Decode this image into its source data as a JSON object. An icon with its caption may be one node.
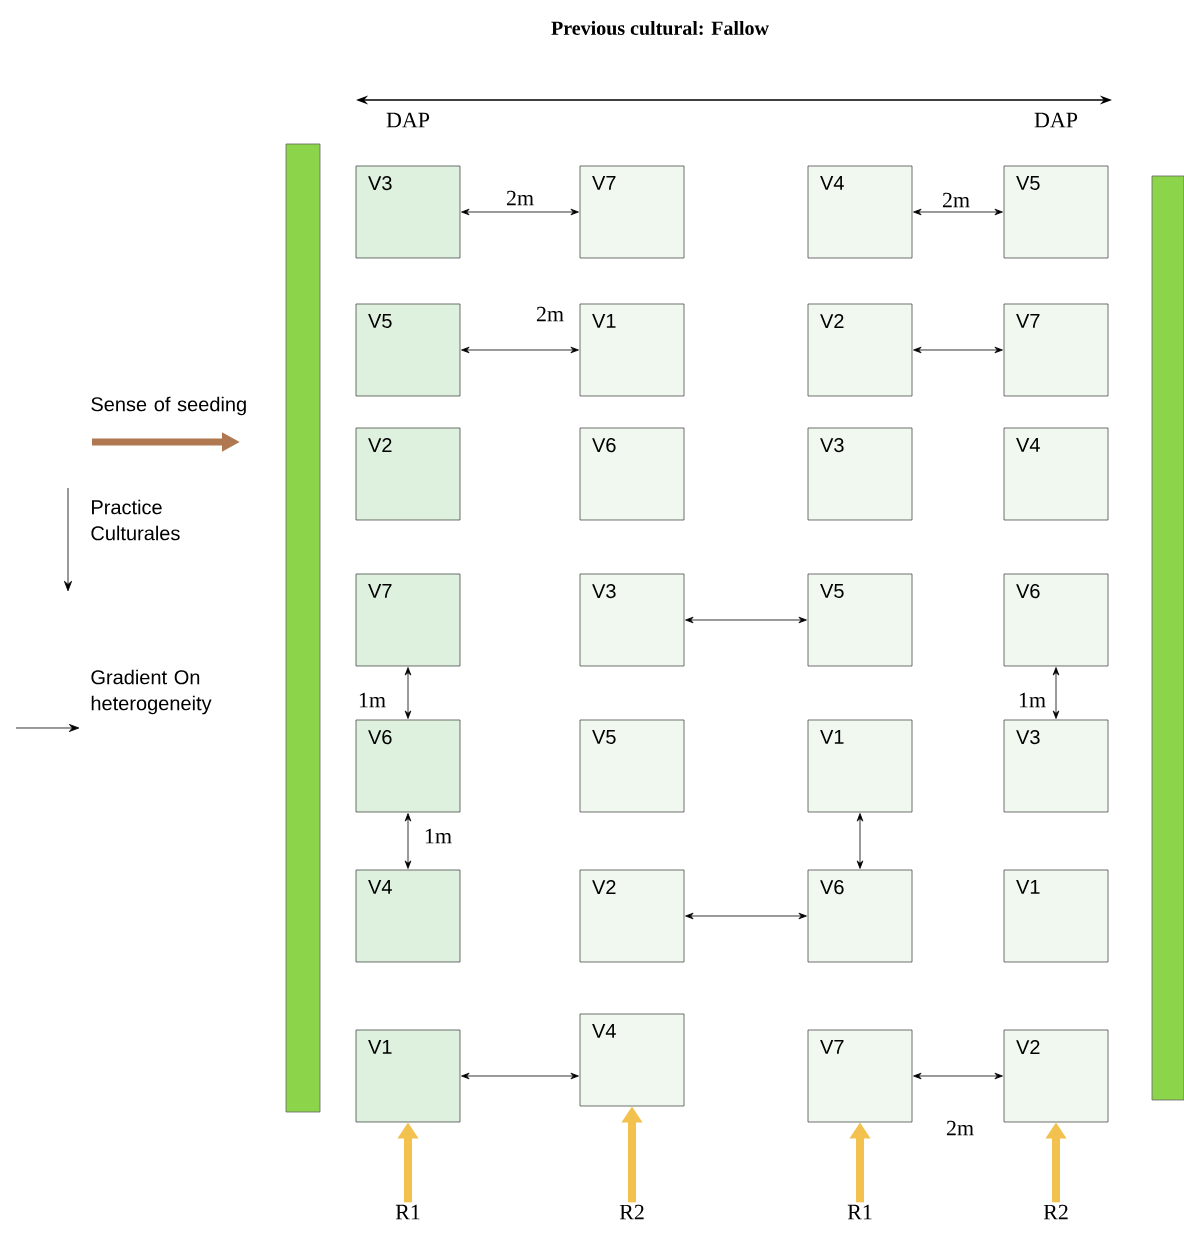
{
  "diagram": {
    "title": "Previous cultural: Fallow",
    "nodes": [
      {
        "text": [
          "V3"
        ]
      },
      {
        "text": [
          "V7"
        ]
      },
      {
        "text": [
          "V4"
        ]
      },
      {
        "text": [
          "V5"
        ]
      },
      {
        "text": [
          "V5"
        ]
      },
      {
        "text": [
          "V1"
        ]
      },
      {
        "text": [
          "V2"
        ]
      },
      {
        "text": [
          "V7"
        ]
      },
      {
        "text": [
          "V2"
        ]
      },
      {
        "text": [
          "V6"
        ]
      },
      {
        "text": [
          "V3"
        ]
      },
      {
        "text": [
          "V4"
        ]
      },
      {
        "text": [
          "V7"
        ]
      },
      {
        "text": [
          "V3"
        ]
      },
      {
        "text": [
          "V5"
        ]
      },
      {
        "text": [
          "V6"
        ]
      },
      {
        "text": [
          "V6"
        ]
      },
      {
        "text": [
          "V5"
        ]
      },
      {
        "text": [
          "V1"
        ]
      },
      {
        "text": [
          "V3"
        ]
      },
      {
        "text": [
          "V4"
        ]
      },
      {
        "text": [
          "V2"
        ]
      },
      {
        "text": [
          "V6"
        ]
      },
      {
        "text": [
          "V1"
        ]
      },
      {
        "text": [
          "V1"
        ]
      },
      {
        "text": [
          "V4"
        ]
      },
      {
        "text": [
          "V7"
        ]
      },
      {
        "text": [
          "V2"
        ]
      },
      {
        "text": [
          "R1"
        ]
      },
      {
        "text": [
          "R2"
        ]
      },
      {
        "text": [
          "R1"
        ]
      },
      {
        "text": [
          "R2"
        ]
      }
    ],
    "edges": [
      {
        "from": 0,
        "to": 1,
        "arrow": "both",
        "label": "2m"
      },
      {
        "from": 2,
        "to": 3,
        "arrow": "both",
        "label": "2m"
      },
      {
        "from": 4,
        "to": 5,
        "arrow": "both",
        "label": "2m"
      },
      {
        "from": 6,
        "to": 7,
        "arrow": "both"
      },
      {
        "from": 13,
        "to": 14,
        "arrow": "both"
      },
      {
        "from": 12,
        "to": 16,
        "arrow": "both",
        "label": "1m"
      },
      {
        "from": 15,
        "to": 19,
        "arrow": "both",
        "label": "1m"
      },
      {
        "from": 16,
        "to": 20,
        "arrow": "both",
        "label": "1m"
      },
      {
        "from": 18,
        "to": 22,
        "arrow": "both"
      },
      {
        "from": 21,
        "to": 22,
        "arrow": "both"
      },
      {
        "from": 24,
        "to": 25,
        "arrow": "both"
      },
      {
        "from": 26,
        "to": 27,
        "arrow": "both",
        "label": "2m"
      },
      {
        "from": 28,
        "to": 24,
        "arrow": "to",
        "style": "thick",
        "color": "#f2c14e"
      },
      {
        "from": 29,
        "to": 25,
        "arrow": "to",
        "style": "thick",
        "color": "#f2c14e"
      },
      {
        "from": 30,
        "to": 26,
        "arrow": "to",
        "style": "thick",
        "color": "#f2c14e"
      },
      {
        "from": 31,
        "to": 27,
        "arrow": "to",
        "style": "thick",
        "color": "#f2c14e"
      }
    ],
    "labels": [
      "DAP",
      "DAP",
      "Sense of seeding",
      "Practice Culturales",
      "Gradient On heterogeneity"
    ]
  }
}
